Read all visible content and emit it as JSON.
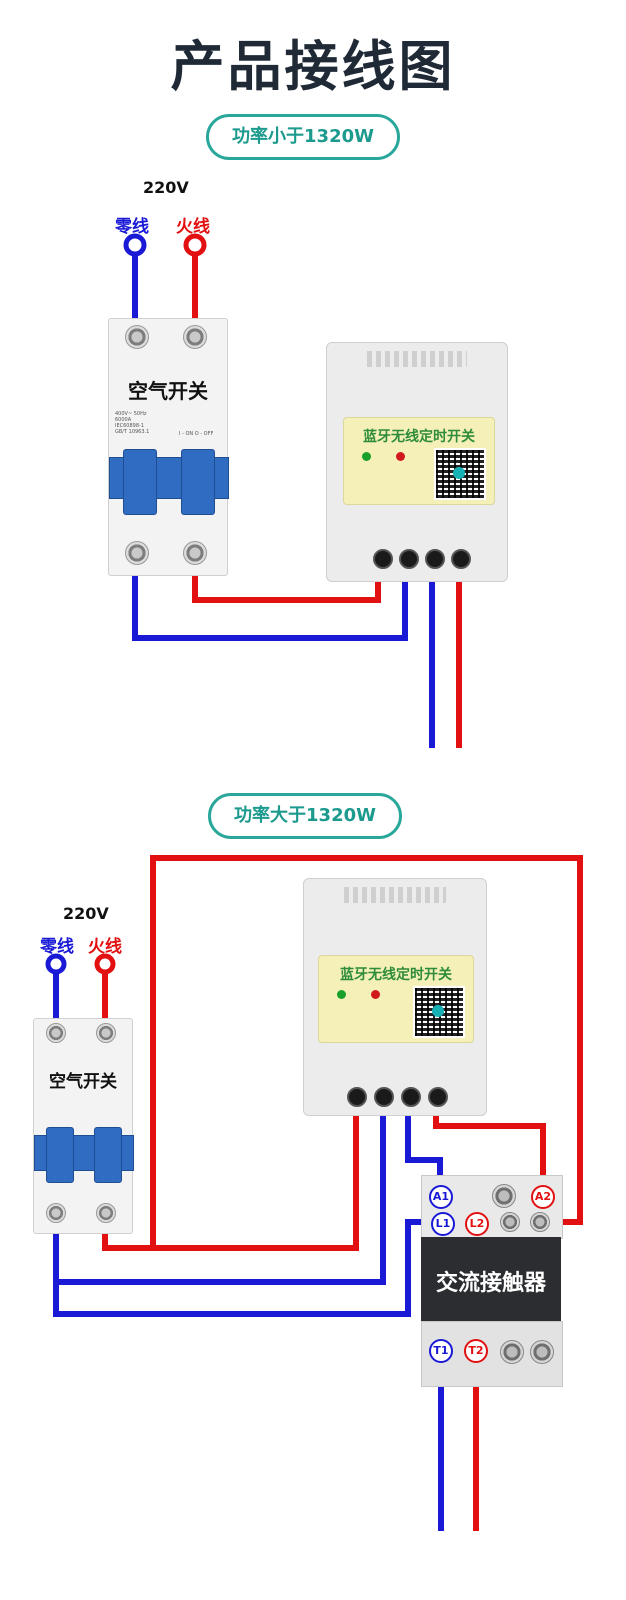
{
  "title": "产品接线图",
  "section1": {
    "label": "功率小于1320W",
    "voltage": "220V",
    "neutral": "零线",
    "live": "火线",
    "breaker_label": "空气开关",
    "breaker_specs": "400V~ 50Hz 6000A IEC60898-1 GB/T 10963.1",
    "breaker_onoff": "I - ON  O - OFF",
    "timer_title": "蓝牙无线定时开关"
  },
  "section2": {
    "label": "功率大于1320W",
    "voltage": "220V",
    "neutral": "零线",
    "live": "火线",
    "breaker_label": "空气开关",
    "timer_title": "蓝牙无线定时开关",
    "contactor_label": "交流接触器",
    "terminals": {
      "a1": "A1",
      "a2": "A2",
      "l1": "L1",
      "l2": "L2",
      "t1": "T1",
      "t2": "T2"
    }
  },
  "colors": {
    "neutral": "#1a1ad6",
    "live": "#e21010",
    "accent": "#2aa79b"
  }
}
